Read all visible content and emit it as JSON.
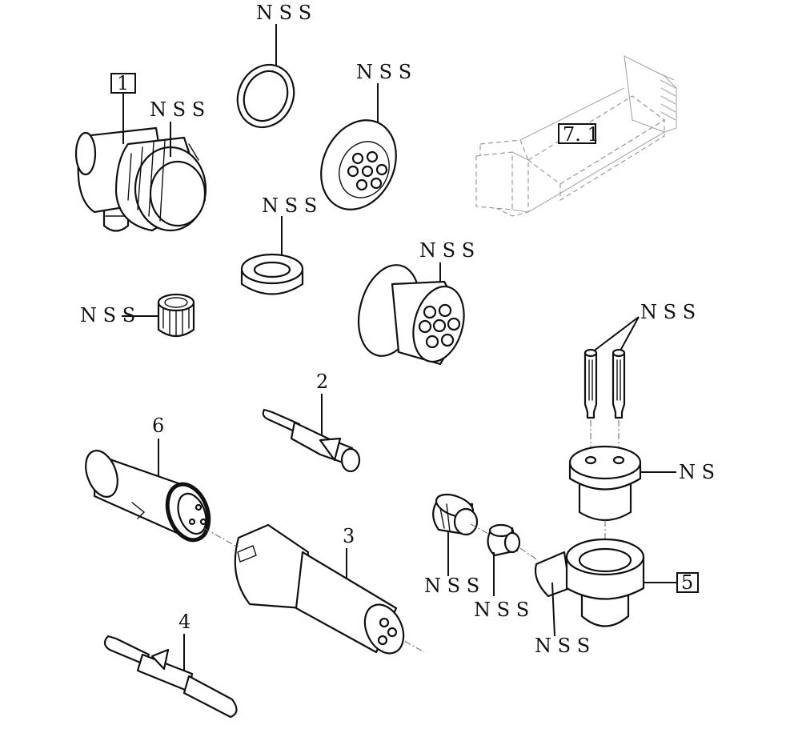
{
  "diagram": {
    "labels": {
      "nss": "N S S",
      "ns": "N S",
      "ref_1": "1",
      "ref_2": "2",
      "ref_3": "3",
      "ref_4": "4",
      "ref_5": "5",
      "ref_6": "6",
      "ref_7_1": "7. 1"
    }
  }
}
